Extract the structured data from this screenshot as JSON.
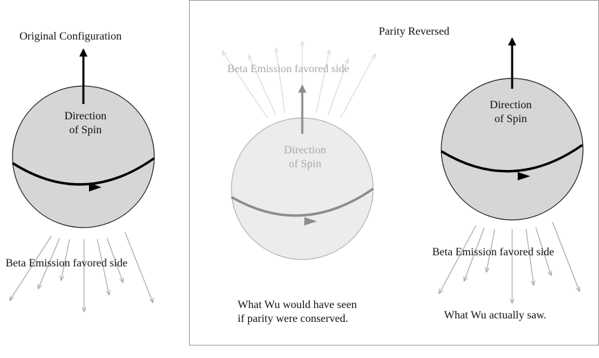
{
  "left_panel": {
    "title": "Original Configuration",
    "spin_label": "Direction\nof Spin",
    "beta_label": "Beta Emission favored side"
  },
  "right_panel": {
    "title": "Parity Reversed",
    "hypothetical": {
      "beta_label": "Beta Emission favored side",
      "spin_label": "Direction\nof Spin",
      "caption": "What Wu would have seen\nif parity were conserved."
    },
    "observed": {
      "spin_label": "Direction\nof Spin",
      "beta_label": "Beta Emission favored side",
      "caption": "What Wu actually saw."
    }
  },
  "colors": {
    "sphere_fill": "#d6d6d6",
    "sphere_fill_faded": "#ececec",
    "sphere_stroke_faded": "#b4b4b4",
    "faded_text": "#a9a9a9",
    "emission_ray": "#a8a8a8"
  }
}
